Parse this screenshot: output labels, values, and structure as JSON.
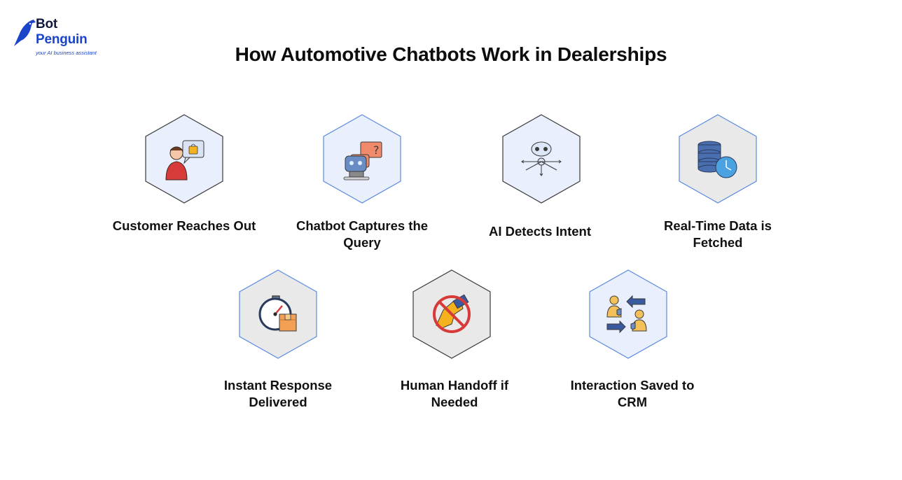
{
  "logo": {
    "line1": "Bot",
    "line2": "Penguin",
    "tagline": "your AI business assistant"
  },
  "title": "How Automotive Chatbots Work in Dealerships",
  "steps": [
    {
      "label": "Customer Reaches Out",
      "icon": "customer-chat-icon",
      "border": "#3a3a3a",
      "fill": "#e9effc"
    },
    {
      "label": "Chatbot Captures the Query",
      "icon": "robot-chat-icon",
      "border": "#5b8be0",
      "fill": "#e9effc"
    },
    {
      "label": "AI Detects Intent",
      "icon": "ai-robot-arrows-icon",
      "border": "#3a3a3a",
      "fill": "#e9effc"
    },
    {
      "label": "Real-Time Data is Fetched",
      "icon": "database-clock-icon",
      "border": "#5b8be0",
      "fill": "#e9e9ea"
    },
    {
      "label": "Instant Response Delivered",
      "icon": "stopwatch-box-icon",
      "border": "#5b8be0",
      "fill": "#e9e9ea"
    },
    {
      "label": "Human Handoff if Needed",
      "icon": "no-hand-icon",
      "border": "#3a3a3a",
      "fill": "#e9e9ea"
    },
    {
      "label": "Interaction Saved to CRM",
      "icon": "people-exchange-icon",
      "border": "#5b8be0",
      "fill": "#e9effc"
    }
  ]
}
